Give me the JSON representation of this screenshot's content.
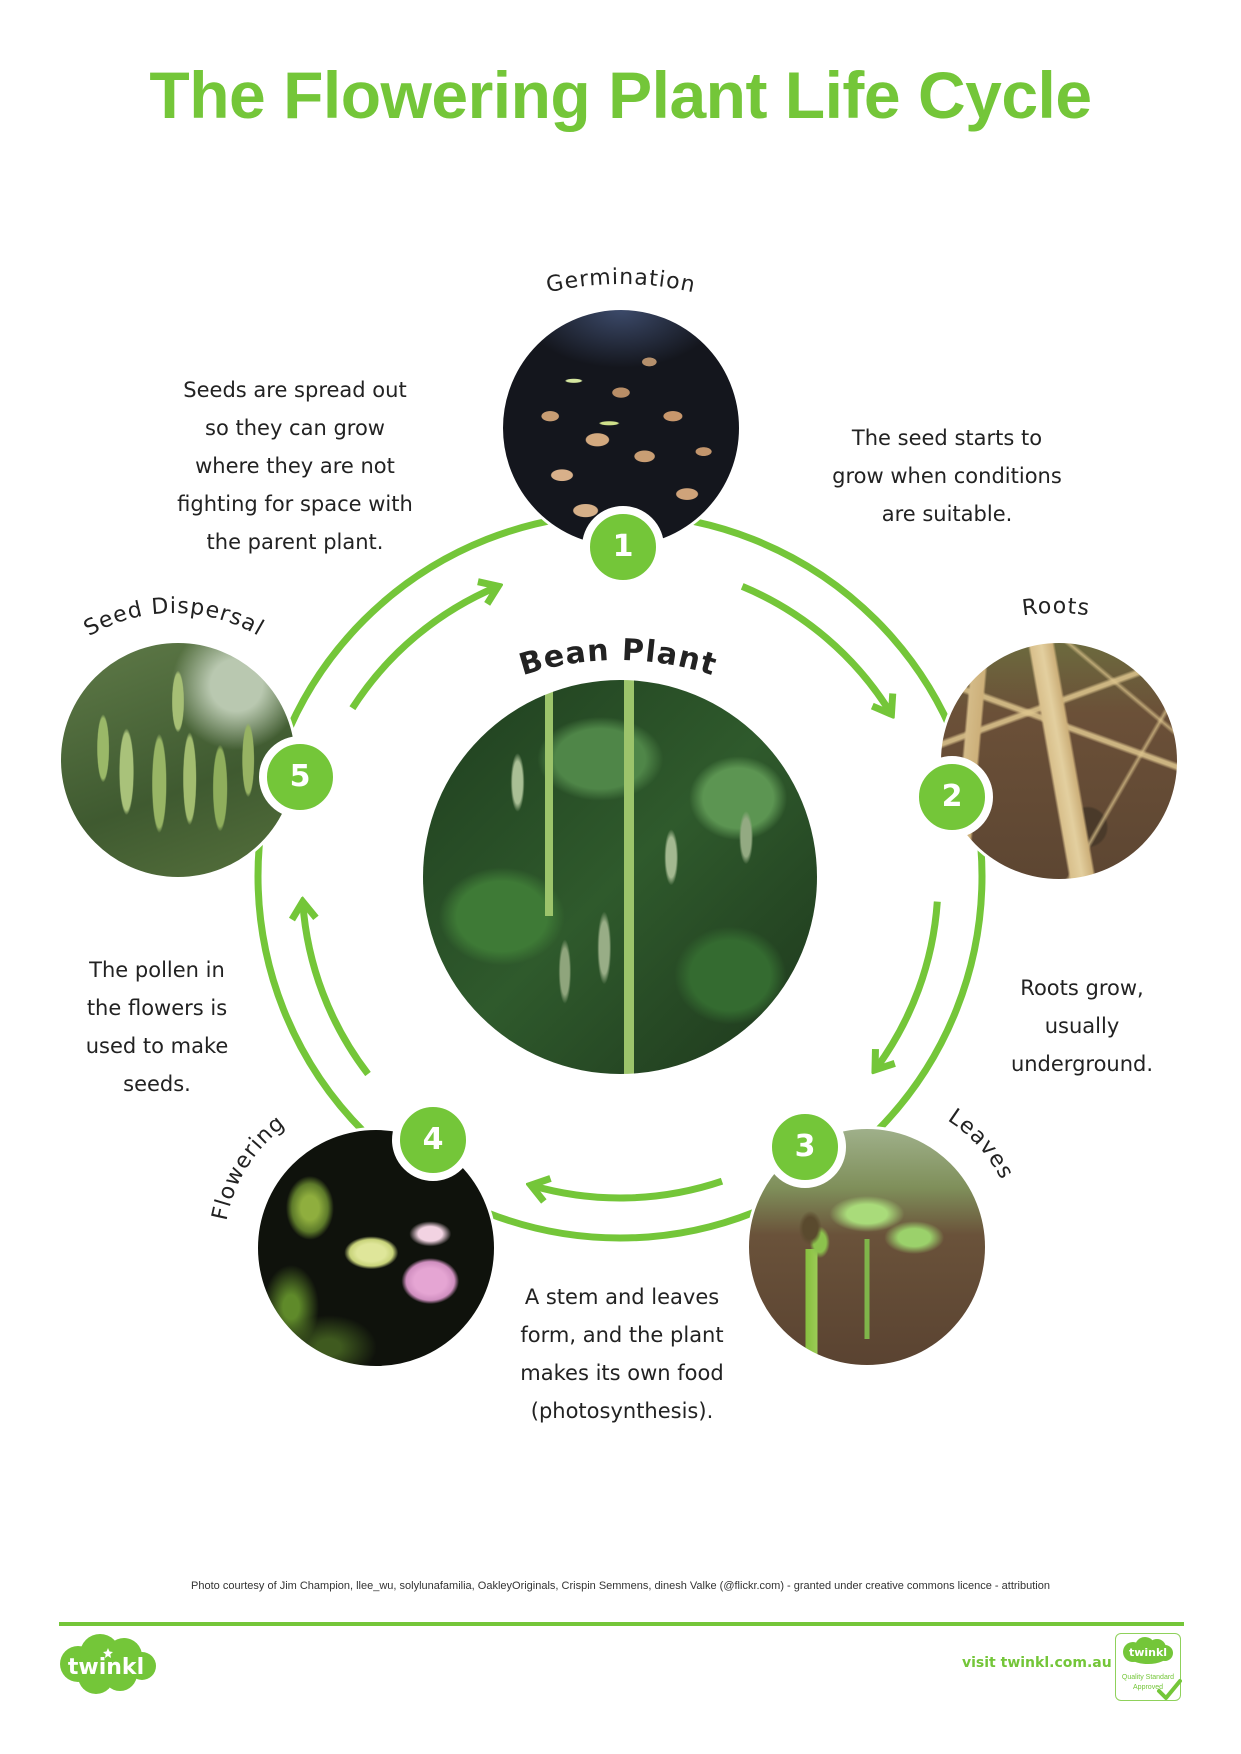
{
  "title": "The Flowering Plant Life Cycle",
  "center": {
    "label": "Bean Plant"
  },
  "stages": [
    {
      "number": "1",
      "label": "Germination",
      "description_lines": [
        "The seed starts to",
        "grow when conditions",
        "are suitable."
      ]
    },
    {
      "number": "2",
      "label": "Roots",
      "description_lines": [
        "Roots grow,",
        "usually",
        "underground."
      ]
    },
    {
      "number": "3",
      "label": "Leaves",
      "description_lines": [
        "A stem and leaves",
        "form, and the plant",
        "makes its own food",
        "(photosynthesis)."
      ]
    },
    {
      "number": "4",
      "label": "Flowering",
      "description_lines": [
        "The pollen in",
        "the flowers is",
        "used to make",
        "seeds."
      ]
    },
    {
      "number": "5",
      "label": "Seed Dispersal",
      "description_lines": [
        "Seeds are spread out",
        "so they can grow",
        "where they are not",
        "fighting for space with",
        "the parent plant."
      ]
    }
  ],
  "footer": {
    "credit": "Photo courtesy of Jim Champion, llee_wu, solylunafamilia, OakleyOriginals, Crispin Semmens, dinesh Valke (@flickr.com) - granted under creative commons licence - attribution",
    "logo_text": "twinkl",
    "link_text": "visit twinkl.com.au",
    "quality_badge": {
      "logo_text": "twinkl",
      "line1": "Quality Standard",
      "line2": "Approved"
    }
  },
  "colors": {
    "accent": "#74c639",
    "text": "#222222",
    "background": "#ffffff"
  }
}
